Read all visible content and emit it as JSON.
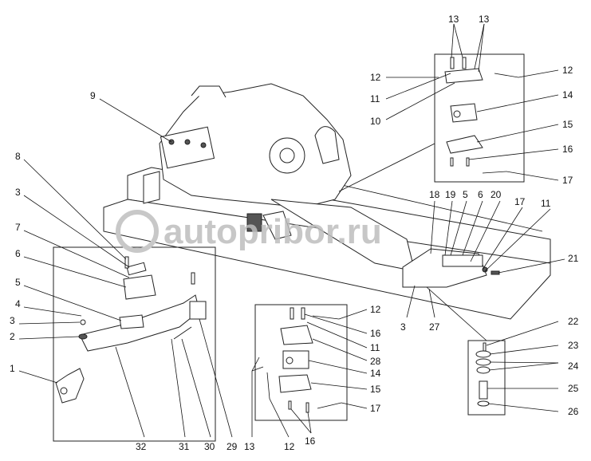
{
  "watermark": "autopribor.ru",
  "labels": [
    "13",
    "13",
    "12",
    "12",
    "11",
    "10",
    "14",
    "15",
    "16",
    "17",
    "9",
    "8",
    "3",
    "7",
    "6",
    "5",
    "4",
    "3",
    "2",
    "1",
    "32",
    "31",
    "30",
    "29",
    "12",
    "16",
    "11",
    "28",
    "14",
    "15",
    "17",
    "13",
    "12",
    "16",
    "18",
    "19",
    "5",
    "6",
    "20",
    "17",
    "11",
    "21",
    "3",
    "27",
    "22",
    "23",
    "24",
    "25",
    "26"
  ]
}
